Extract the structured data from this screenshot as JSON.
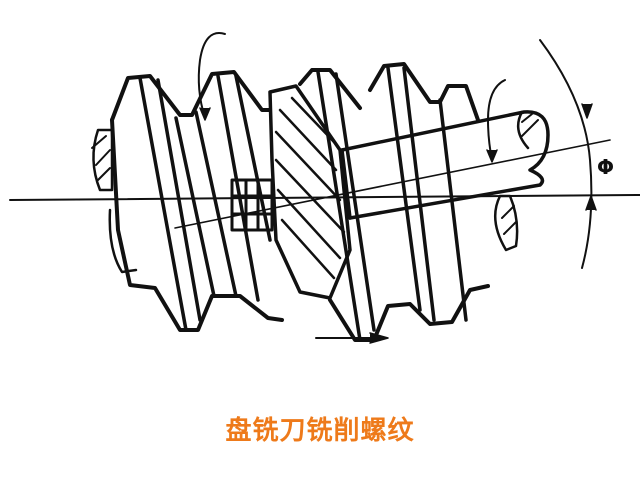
{
  "figure": {
    "type": "technical-drawing",
    "subject": "disk milling cutter machining a thread on a worm-shaped workpiece",
    "angle_label": "Φ",
    "line_color": "#111111"
  },
  "caption": {
    "text": "盘铣刀铣削螺纹",
    "color": "#ee7a1a"
  }
}
